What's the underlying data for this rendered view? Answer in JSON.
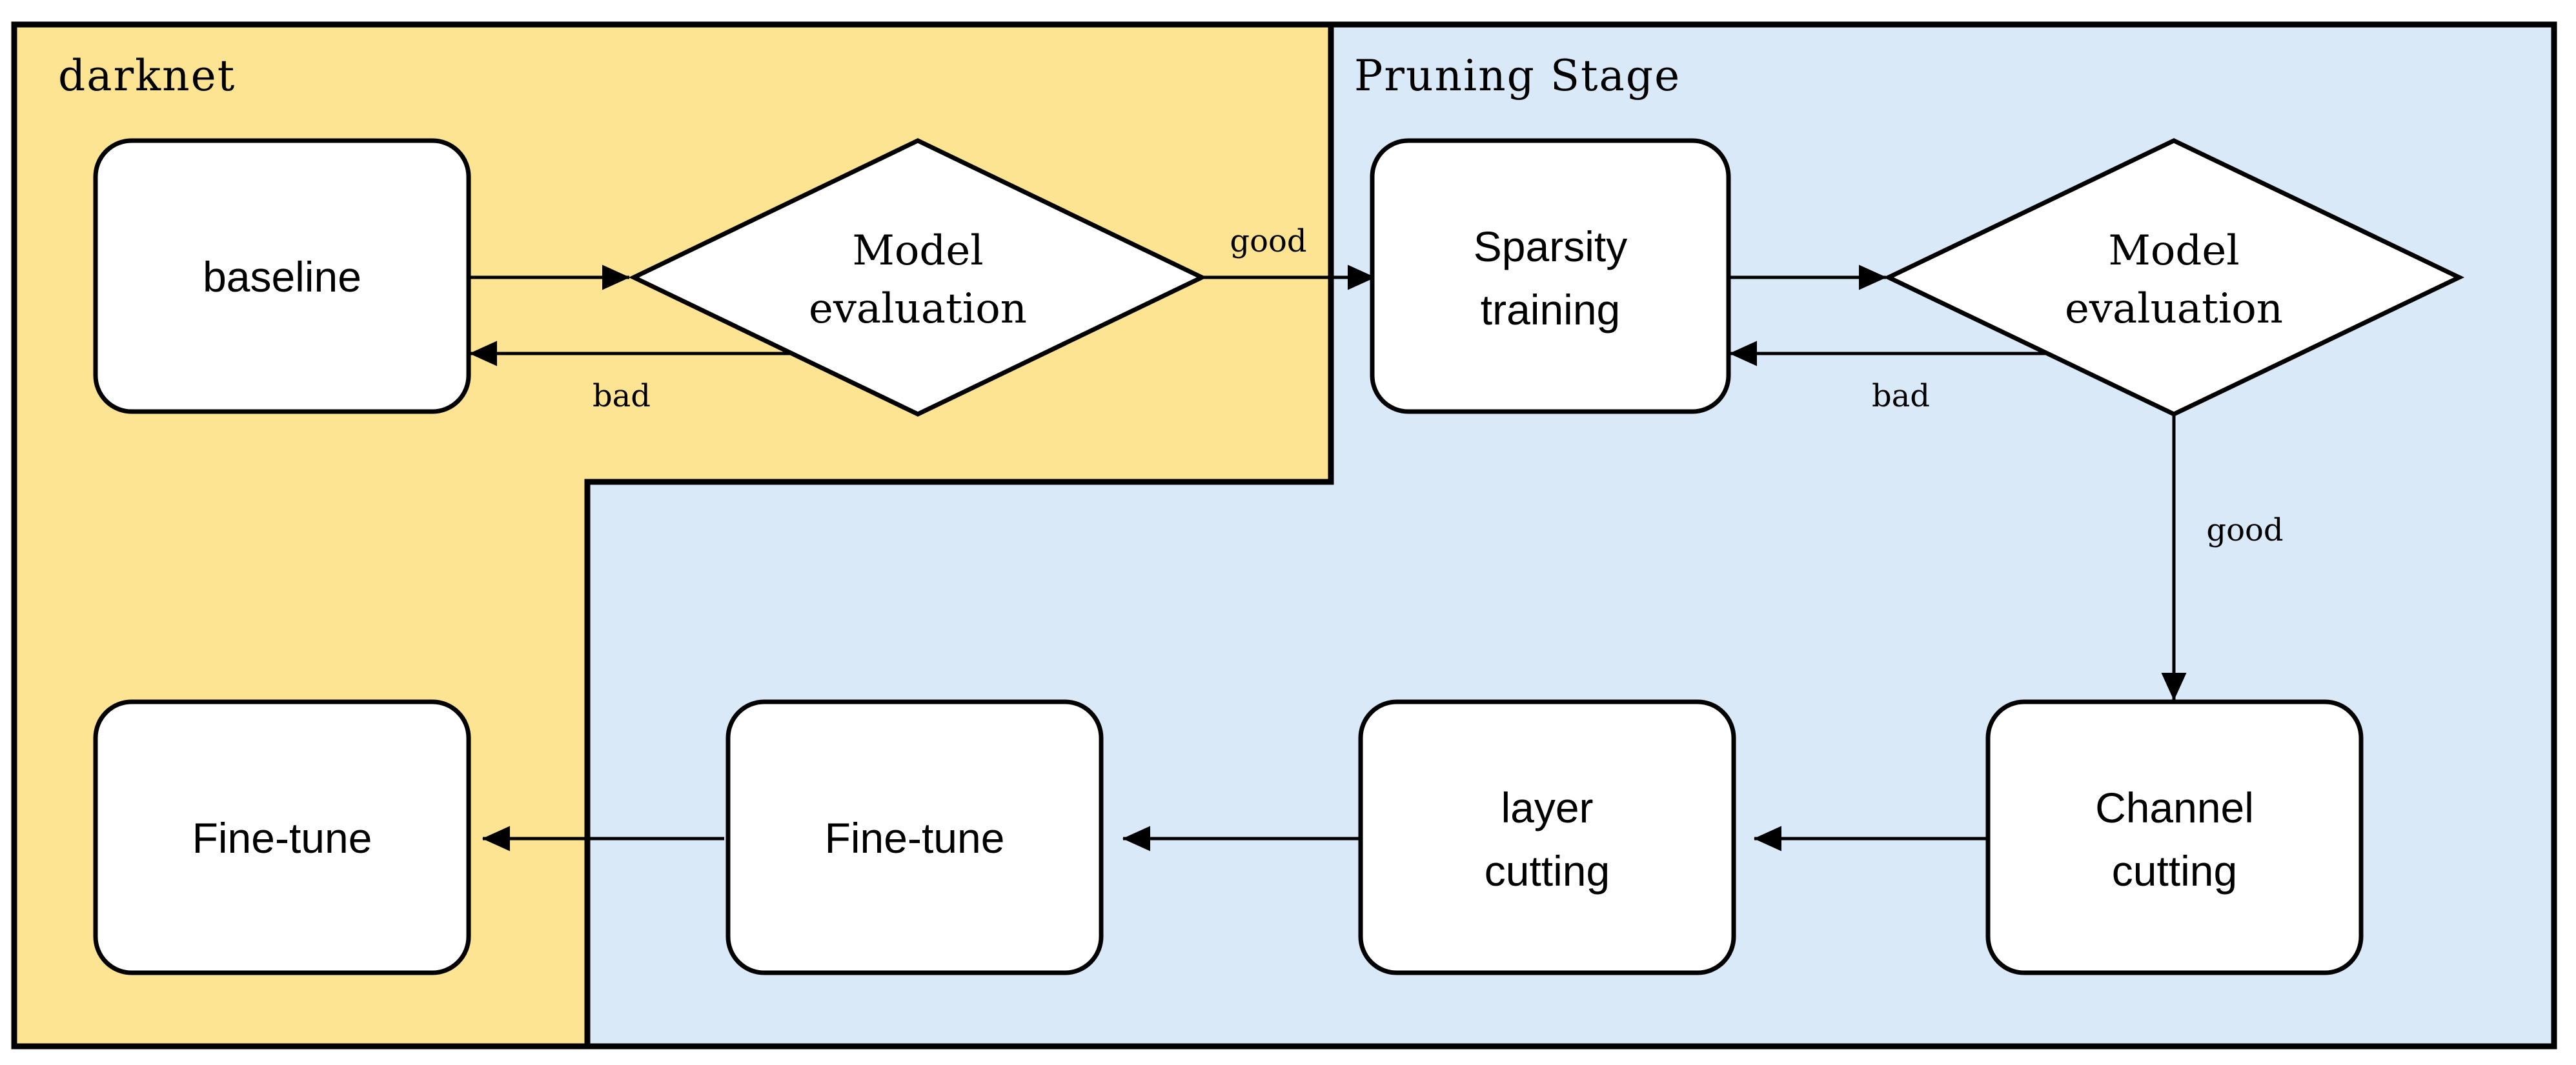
{
  "diagram": {
    "type": "flowchart",
    "title_present": false,
    "regions": [
      {
        "id": "darknet",
        "label": "darknet",
        "fill": "#FCE493",
        "border": "#000000"
      },
      {
        "id": "pruning",
        "label": "Pruning Stage",
        "fill": "#D9E9F7",
        "border": "#000000"
      }
    ],
    "nodes": [
      {
        "id": "baseline",
        "label": "baseline",
        "shape": "rounded-rect",
        "region": "darknet"
      },
      {
        "id": "model-eval-1",
        "label": "Model\nevaluation",
        "line1": "Model",
        "line2": "evaluation",
        "shape": "diamond",
        "region": "darknet"
      },
      {
        "id": "sparsity-training",
        "label": "Sparsity\ntraining",
        "line1": "Sparsity",
        "line2": "training",
        "shape": "rounded-rect",
        "region": "pruning"
      },
      {
        "id": "model-eval-2",
        "label": "Model\nevaluation",
        "line1": "Model",
        "line2": "evaluation",
        "shape": "diamond",
        "region": "pruning"
      },
      {
        "id": "channel-cutting",
        "label": "Channel\ncutting",
        "line1": "Channel",
        "line2": "cutting",
        "shape": "rounded-rect",
        "region": "pruning"
      },
      {
        "id": "layer-cutting",
        "label": "layer\ncutting",
        "line1": "layer",
        "line2": "cutting",
        "shape": "rounded-rect",
        "region": "pruning"
      },
      {
        "id": "fine-tune-pruning",
        "label": "Fine-tune",
        "shape": "rounded-rect",
        "region": "pruning"
      },
      {
        "id": "fine-tune-darknet",
        "label": "Fine-tune",
        "shape": "rounded-rect",
        "region": "darknet"
      }
    ],
    "edges": [
      {
        "from": "baseline",
        "to": "model-eval-1",
        "label": "",
        "direction": "right"
      },
      {
        "from": "model-eval-1",
        "to": "sparsity-training",
        "label": "good",
        "direction": "right"
      },
      {
        "from": "model-eval-1",
        "to": "baseline",
        "label": "bad",
        "direction": "left"
      },
      {
        "from": "sparsity-training",
        "to": "model-eval-2",
        "label": "",
        "direction": "right"
      },
      {
        "from": "model-eval-2",
        "to": "sparsity-training",
        "label": "bad",
        "direction": "left"
      },
      {
        "from": "model-eval-2",
        "to": "channel-cutting",
        "label": "good",
        "direction": "down"
      },
      {
        "from": "channel-cutting",
        "to": "layer-cutting",
        "label": "",
        "direction": "left"
      },
      {
        "from": "layer-cutting",
        "to": "fine-tune-pruning",
        "label": "",
        "direction": "left"
      },
      {
        "from": "fine-tune-pruning",
        "to": "fine-tune-darknet",
        "label": "",
        "direction": "left"
      }
    ],
    "edge_labels": {
      "good_top": "good",
      "bad_left": "bad",
      "bad_right": "bad",
      "good_down": "good"
    }
  }
}
